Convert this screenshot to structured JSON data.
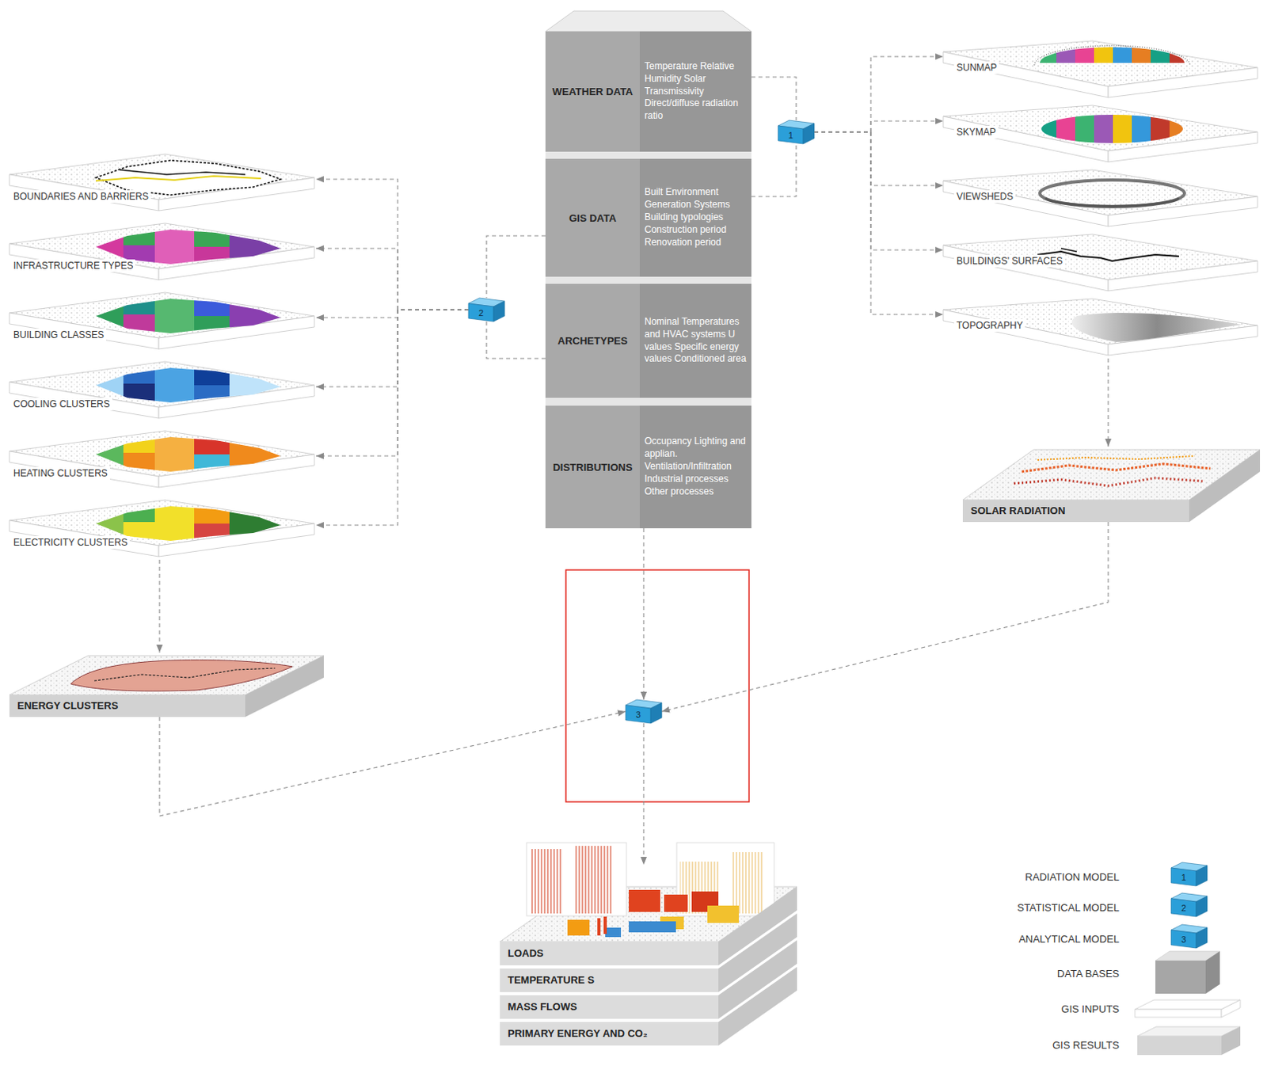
{
  "diagram": {
    "nodes": [
      {
        "text": [
          "WEATHER DATA",
          "Temperature Relative Humidity Solar Transmissivity Direct/diffuse radiation ratio"
        ]
      },
      {
        "text": [
          "GIS DATA",
          "Built Environment Generation Systems Building typologies Construction period Renovation period"
        ]
      },
      {
        "text": [
          "ARCHETYPES",
          "Nominal Temperatures and HVAC systems U values Specific energy values Conditioned area"
        ]
      },
      {
        "text": [
          "DISTRIBUTIONS",
          "Occupancy Lighting and applian. Ventilation/Infiltration Industrial processes Other processes"
        ]
      },
      {
        "text": [
          "SUNMAP"
        ]
      },
      {
        "text": [
          "SKYMAP"
        ]
      },
      {
        "text": [
          "VIEWSHEDS"
        ]
      },
      {
        "text": [
          "BUILDINGS' SURFACES"
        ]
      },
      {
        "text": [
          "TOPOGRAPHY"
        ]
      },
      {
        "text": [
          "1"
        ]
      },
      {
        "text": [
          "BOUNDARIES AND BARRIERS"
        ]
      },
      {
        "text": [
          "INFRASTRUCTURE TYPES"
        ]
      },
      {
        "text": [
          "BUILDING CLASSES"
        ]
      },
      {
        "text": [
          "COOLING CLUSTERS"
        ]
      },
      {
        "text": [
          "HEATING CLUSTERS"
        ]
      },
      {
        "text": [
          "ELECTRICITY CLUSTERS"
        ]
      },
      {
        "text": [
          "2"
        ]
      },
      {
        "text": [
          "SOLAR RADIATION"
        ]
      },
      {
        "text": [
          "ENERGY CLUSTERS"
        ]
      },
      {
        "text": [
          "3"
        ]
      },
      {
        "text": [
          "LOADS"
        ]
      },
      {
        "text": [
          "TEMPERATURE S"
        ]
      },
      {
        "text": [
          "MASS FLOWS"
        ]
      },
      {
        "text": [
          "PRIMARY ENERGY AND CO₂"
        ]
      }
    ],
    "edges": [
      {
        "from": 0,
        "to": 9,
        "arrow": "none"
      },
      {
        "from": 1,
        "to": 9,
        "arrow": "none"
      },
      {
        "from": 9,
        "to": 4,
        "arrow": "to"
      },
      {
        "from": 9,
        "to": 5,
        "arrow": "to"
      },
      {
        "from": 9,
        "to": 6,
        "arrow": "to"
      },
      {
        "from": 9,
        "to": 7,
        "arrow": "to"
      },
      {
        "from": 9,
        "to": 8,
        "arrow": "to"
      },
      {
        "from": 8,
        "to": 17,
        "arrow": "to"
      },
      {
        "from": 1,
        "to": 16,
        "arrow": "none"
      },
      {
        "from": 2,
        "to": 16,
        "arrow": "none"
      },
      {
        "from": 16,
        "to": 10,
        "arrow": "to"
      },
      {
        "from": 16,
        "to": 11,
        "arrow": "to"
      },
      {
        "from": 16,
        "to": 12,
        "arrow": "to"
      },
      {
        "from": 16,
        "to": 13,
        "arrow": "to"
      },
      {
        "from": 16,
        "to": 14,
        "arrow": "to"
      },
      {
        "from": 16,
        "to": 15,
        "arrow": "to"
      },
      {
        "from": 15,
        "to": 18,
        "arrow": "to"
      },
      {
        "from": 18,
        "to": 19,
        "arrow": "to"
      },
      {
        "from": 17,
        "to": 19,
        "arrow": "to"
      },
      {
        "from": 3,
        "to": 19,
        "arrow": "to"
      },
      {
        "from": 19,
        "to": 20,
        "arrow": "to"
      }
    ],
    "labels": [
      "1",
      "2",
      "3"
    ],
    "legend": [
      {
        "text": "RADIATION MODEL"
      },
      {
        "text": "STATISTICAL MODEL"
      },
      {
        "text": "ANALYTICAL MODEL"
      },
      {
        "text": "DATA BASES"
      },
      {
        "text": "GIS INPUTS"
      },
      {
        "text": "GIS RESULTS"
      }
    ]
  }
}
